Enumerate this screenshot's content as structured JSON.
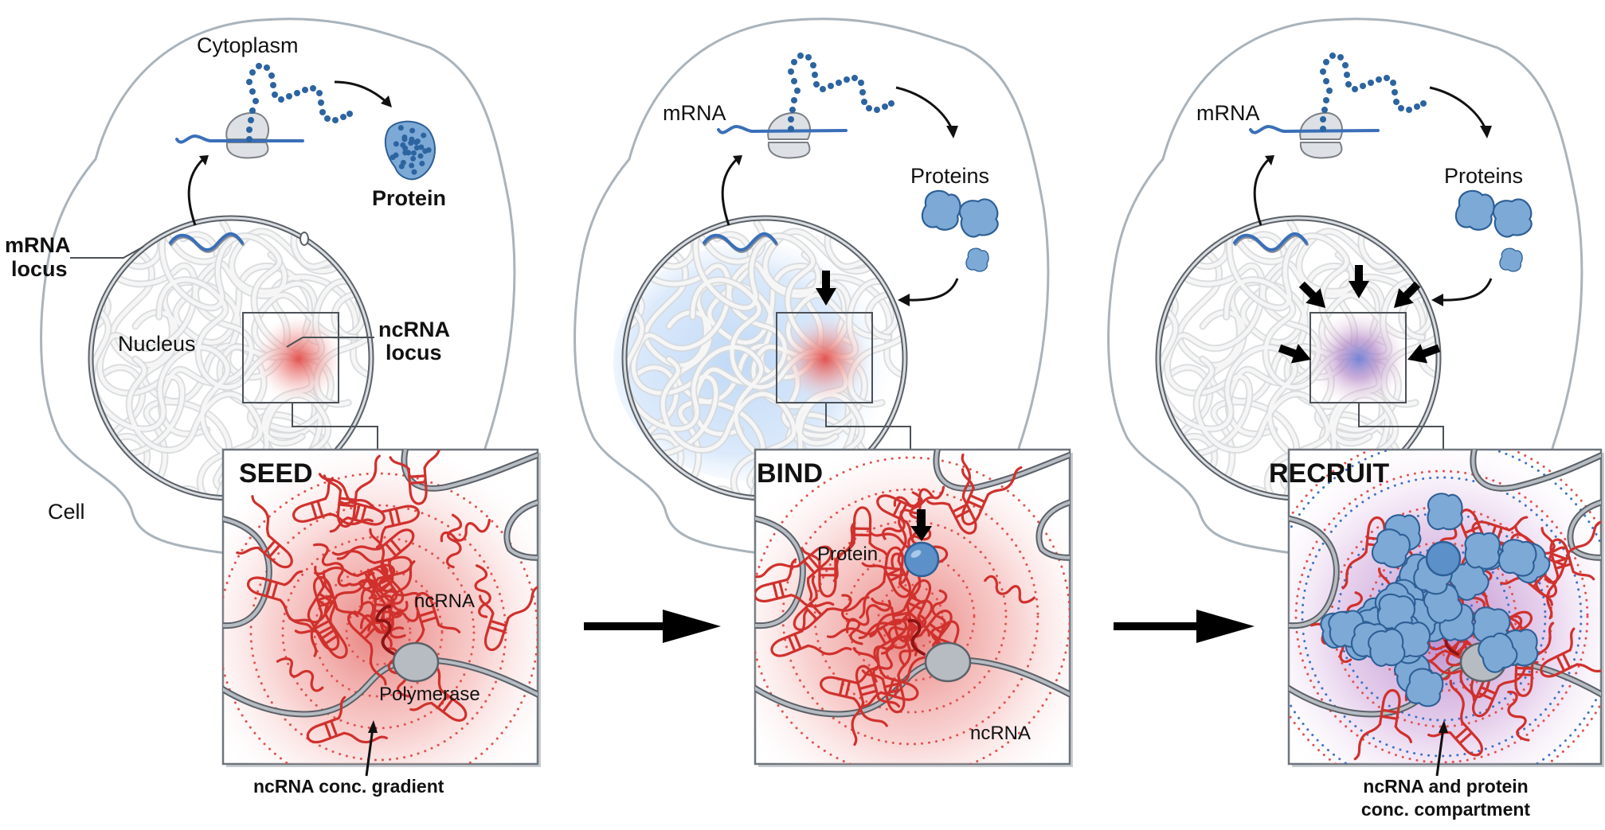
{
  "figure": {
    "description": "Three-stage model of ncRNA-seeded nuclear compartment formation",
    "colors": {
      "ncrna_red": "#d0312d",
      "protein_blue": "#7da9d6",
      "protein_outline": "#2d5f96",
      "mrna_blue": "#3a6fb8",
      "cell_outline": "#a9b3bb",
      "nuclear_envelope": "#5b6168",
      "chromatin": "#d6d8da",
      "compartment_purple": "#b07cc6"
    }
  },
  "panels": [
    {
      "stage_title": "SEED",
      "labels": {
        "cytoplasm": "Cytoplasm",
        "protein": "Protein",
        "mrna_locus_line1": "mRNA",
        "mrna_locus_line2": "locus",
        "nucleus": "Nucleus",
        "ncrna_locus_line1": "ncRNA",
        "ncrna_locus_line2": "locus",
        "cell": "Cell"
      },
      "detail_labels": {
        "ncrna": "ncRNA",
        "polymerase": "Polymerase"
      },
      "caption_lines": [
        "ncRNA conc. gradient"
      ]
    },
    {
      "stage_title": "BIND",
      "labels": {
        "mrna": "mRNA",
        "proteins": "Proteins"
      },
      "detail_labels": {
        "protein": "Protein",
        "ncrna": "ncRNA"
      },
      "caption_lines": []
    },
    {
      "stage_title": "RECRUIT",
      "labels": {
        "mrna": "mRNA",
        "proteins": "Proteins"
      },
      "detail_labels": {},
      "caption_lines": [
        "ncRNA and protein",
        "conc. compartment"
      ]
    }
  ],
  "transitions": [
    {
      "from": "SEED",
      "to": "BIND",
      "icon": "right-arrow-icon"
    },
    {
      "from": "BIND",
      "to": "RECRUIT",
      "icon": "right-arrow-icon"
    }
  ]
}
